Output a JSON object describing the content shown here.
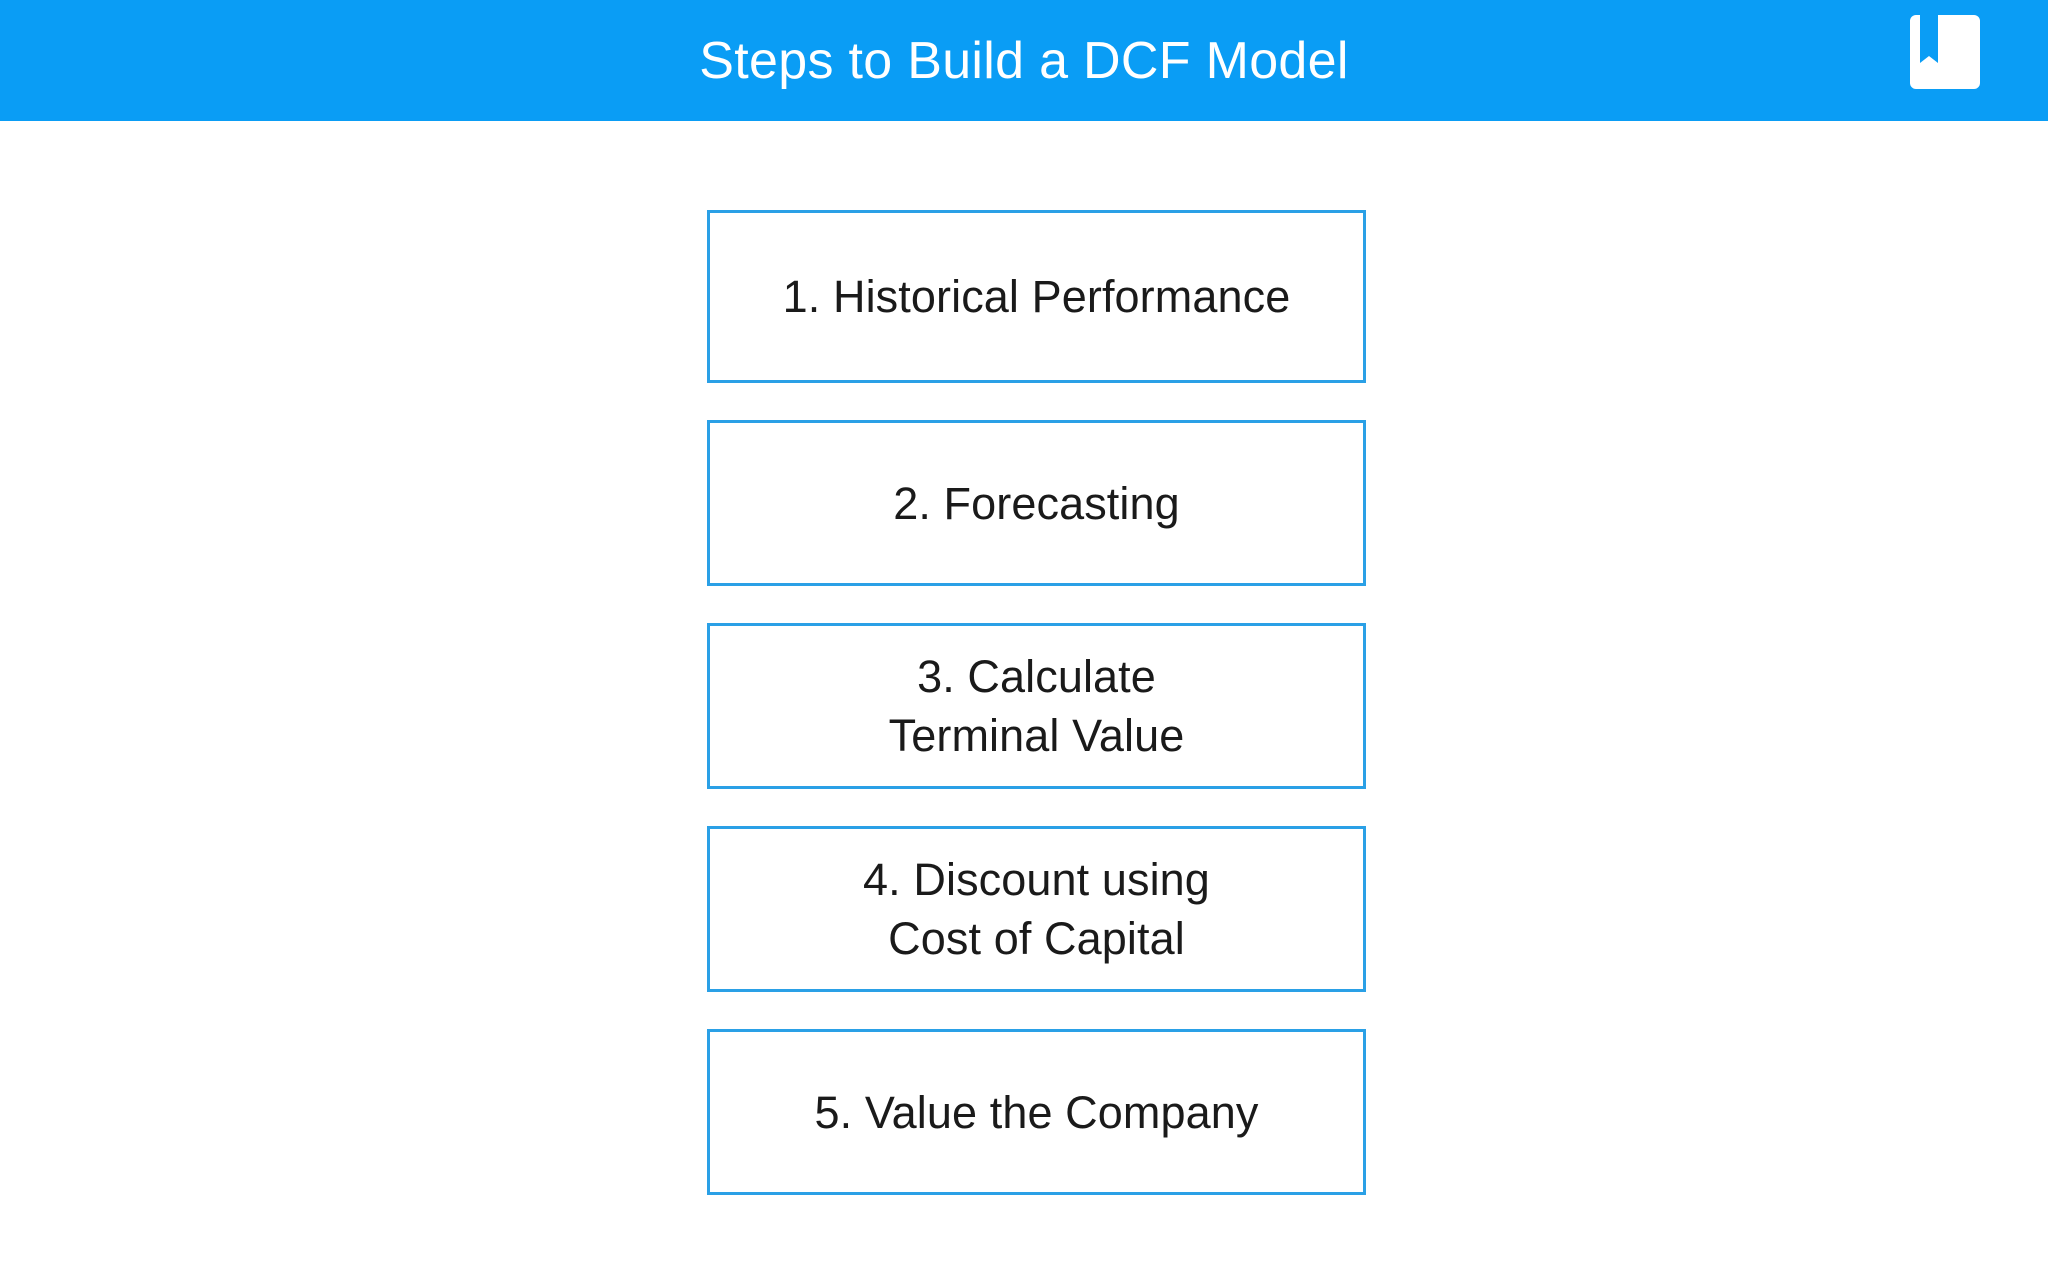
{
  "header": {
    "title": "Steps to Build a DCF Model",
    "background_color": "#0A9DF5",
    "title_color": "#FFFFFF",
    "logo_name": "bookmark-logo",
    "logo_color": "#FFFFFF"
  },
  "theme": {
    "page_background": "#FFFFFF",
    "accent_blue": "#0A9DF5",
    "box_border_color": "#2AA0E6",
    "text_color": "#1A1A1A"
  },
  "steps": [
    {
      "number": "1",
      "label": "1. Historical Performance",
      "lines": 1
    },
    {
      "number": "2",
      "label": "2. Forecasting",
      "lines": 1
    },
    {
      "number": "3",
      "label": "3. Calculate\nTerminal Value",
      "lines": 2
    },
    {
      "number": "4",
      "label": "4. Discount using\nCost of Capital",
      "lines": 2
    },
    {
      "number": "5",
      "label": "5. Value the Company",
      "lines": 1
    }
  ]
}
